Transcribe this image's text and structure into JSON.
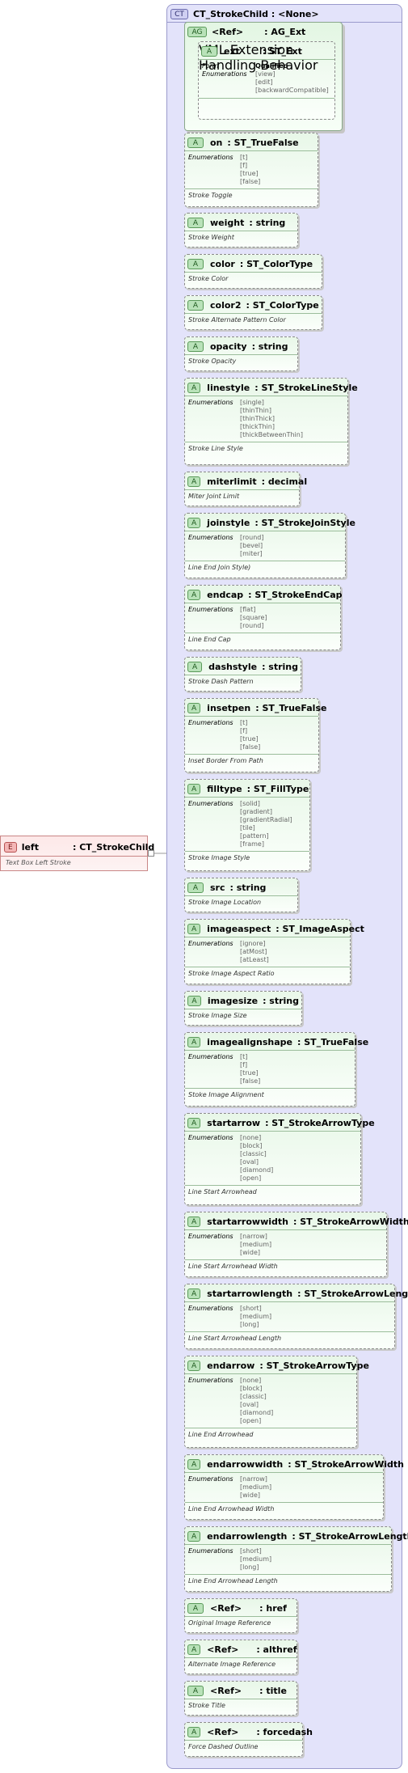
{
  "element": {
    "badge": "E",
    "name": "left",
    "type": ": CT_StrokeChild",
    "doc": "Text Box Left Stroke"
  },
  "complex_type": {
    "badge": "CT",
    "title": "CT_StrokeChild : <None>"
  },
  "attribute_group": {
    "badge": "AG",
    "name": "<Ref>",
    "type": ": AG_Ext",
    "inner": {
      "badge": "A",
      "name": "ext",
      "type": ": ST_Ext",
      "form_label": "Form",
      "form_value": "Qualified",
      "enum_label": "Enumerations",
      "enums": [
        "[view]",
        "[edit]",
        "[backwardCompatible]"
      ],
      "doc": "VML Extension Handling Behavior"
    }
  },
  "attributes": [
    {
      "badge": "A",
      "name": "on",
      "type": ": ST_TrueFalse",
      "enum_label": "Enumerations",
      "enums": [
        "[t]",
        "[f]",
        "[true]",
        "[false]"
      ],
      "doc": "Stroke Toggle"
    },
    {
      "badge": "A",
      "name": "weight",
      "type": ": string",
      "enums": [],
      "doc": "Stroke Weight"
    },
    {
      "badge": "A",
      "name": "color",
      "type": ": ST_ColorType",
      "enums": [],
      "doc": "Stroke Color"
    },
    {
      "badge": "A",
      "name": "color2",
      "type": ": ST_ColorType",
      "enums": [],
      "doc": "Stroke Alternate Pattern Color"
    },
    {
      "badge": "A",
      "name": "opacity",
      "type": ": string",
      "enums": [],
      "doc": "Stroke Opacity"
    },
    {
      "badge": "A",
      "name": "linestyle",
      "type": ": ST_StrokeLineStyle",
      "enum_label": "Enumerations",
      "enums": [
        "[single]",
        "[thinThin]",
        "[thinThick]",
        "[thickThin]",
        "[thickBetweenThin]"
      ],
      "doc": "Stroke Line Style"
    },
    {
      "badge": "A",
      "name": "miterlimit",
      "type": ": decimal",
      "enums": [],
      "doc": "Miter Joint Limit"
    },
    {
      "badge": "A",
      "name": "joinstyle",
      "type": ": ST_StrokeJoinStyle",
      "enum_label": "Enumerations",
      "enums": [
        "[round]",
        "[bevel]",
        "[miter]"
      ],
      "doc": "Line End Join Style)"
    },
    {
      "badge": "A",
      "name": "endcap",
      "type": ": ST_StrokeEndCap",
      "enum_label": "Enumerations",
      "enums": [
        "[flat]",
        "[square]",
        "[round]"
      ],
      "doc": "Line End Cap"
    },
    {
      "badge": "A",
      "name": "dashstyle",
      "type": ": string",
      "enums": [],
      "doc": "Stroke Dash Pattern"
    },
    {
      "badge": "A",
      "name": "insetpen",
      "type": ": ST_TrueFalse",
      "enum_label": "Enumerations",
      "enums": [
        "[t]",
        "[f]",
        "[true]",
        "[false]"
      ],
      "doc": "Inset Border From Path"
    },
    {
      "badge": "A",
      "name": "filltype",
      "type": ": ST_FillType",
      "enum_label": "Enumerations",
      "enums": [
        "[solid]",
        "[gradient]",
        "[gradientRadial]",
        "[tile]",
        "[pattern]",
        "[frame]"
      ],
      "doc": "Stroke Image Style"
    },
    {
      "badge": "A",
      "name": "src",
      "type": ": string",
      "enums": [],
      "doc": "Stroke Image Location"
    },
    {
      "badge": "A",
      "name": "imageaspect",
      "type": ": ST_ImageAspect",
      "enum_label": "Enumerations",
      "enums": [
        "[ignore]",
        "[atMost]",
        "[atLeast]"
      ],
      "doc": "Stroke Image Aspect Ratio"
    },
    {
      "badge": "A",
      "name": "imagesize",
      "type": ": string",
      "enums": [],
      "doc": "Stroke Image Size"
    },
    {
      "badge": "A",
      "name": "imagealignshape",
      "type": ": ST_TrueFalse",
      "enum_label": "Enumerations",
      "enums": [
        "[t]",
        "[f]",
        "[true]",
        "[false]"
      ],
      "doc": "Stoke Image Alignment"
    },
    {
      "badge": "A",
      "name": "startarrow",
      "type": ": ST_StrokeArrowType",
      "enum_label": "Enumerations",
      "enums": [
        "[none]",
        "[block]",
        "[classic]",
        "[oval]",
        "[diamond]",
        "[open]"
      ],
      "doc": "Line Start Arrowhead"
    },
    {
      "badge": "A",
      "name": "startarrowwidth",
      "type": ": ST_StrokeArrowWidth",
      "enum_label": "Enumerations",
      "enums": [
        "[narrow]",
        "[medium]",
        "[wide]"
      ],
      "doc": "Line Start Arrowhead Width"
    },
    {
      "badge": "A",
      "name": "startarrowlength",
      "type": ": ST_StrokeArrowLength",
      "enum_label": "Enumerations",
      "enums": [
        "[short]",
        "[medium]",
        "[long]"
      ],
      "doc": "Line Start Arrowhead Length"
    },
    {
      "badge": "A",
      "name": "endarrow",
      "type": ": ST_StrokeArrowType",
      "enum_label": "Enumerations",
      "enums": [
        "[none]",
        "[block]",
        "[classic]",
        "[oval]",
        "[diamond]",
        "[open]"
      ],
      "doc": "Line End Arrowhead"
    },
    {
      "badge": "A",
      "name": "endarrowwidth",
      "type": ": ST_StrokeArrowWidth",
      "enum_label": "Enumerations",
      "enums": [
        "[narrow]",
        "[medium]",
        "[wide]"
      ],
      "doc": "Line End Arrowhead Width"
    },
    {
      "badge": "A",
      "name": "endarrowlength",
      "type": ": ST_StrokeArrowLength",
      "enum_label": "Enumerations",
      "enums": [
        "[short]",
        "[medium]",
        "[long]"
      ],
      "doc": "Line End Arrowhead Length"
    },
    {
      "badge": "A",
      "name": "<Ref>",
      "type": ": href",
      "enums": [],
      "doc": "Original Image Reference"
    },
    {
      "badge": "A",
      "name": "<Ref>",
      "type": ": althref",
      "enums": [],
      "doc": "Alternate Image Reference"
    },
    {
      "badge": "A",
      "name": "<Ref>",
      "type": ": title",
      "enums": [],
      "doc": "Stroke Title"
    },
    {
      "badge": "A",
      "name": "<Ref>",
      "type": ": forcedash",
      "enums": [],
      "doc": "Force Dashed Outline"
    }
  ]
}
